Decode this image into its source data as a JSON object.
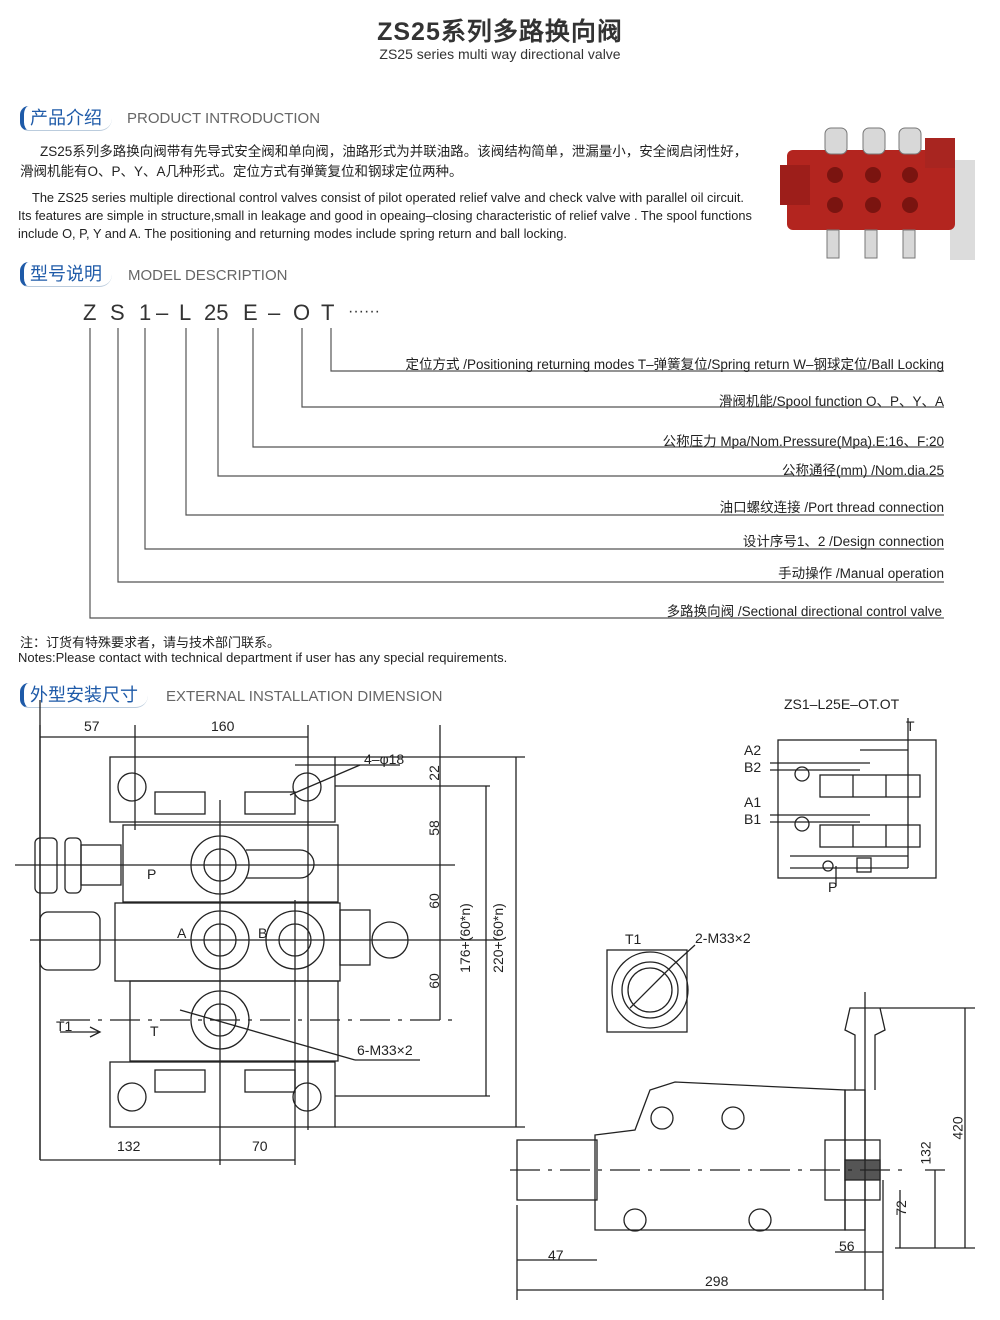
{
  "header": {
    "title": "ZS25系列多路换向阀",
    "subtitle": "ZS25 series multi way directional valve"
  },
  "intro": {
    "cn_title": "产品介绍",
    "en_title": "PRODUCT INTRODUCTION",
    "cn_text": "ZS25系列多路换向阀带有先导式安全阀和单向阀，油路形式为并联油路。该阀结构简单，泄漏量小，安全阀启闭性好，滑阀机能有O、P、Y、A几种形式。定位方式有弹簧复位和钢球定位两种。",
    "en_text": "The ZS25 series multiple directional control valves consist of pilot  operated relief valve and check valve with parallel oil circuit. Its features are simple in structure,small in leakage and good in opeaing–closing characteristic of relief valve . The spool functions include O, P, Y and A. The positioning and returning modes include spring return and ball locking."
  },
  "model": {
    "cn_title": "型号说明",
    "en_title": "MODEL DESCRIPTION",
    "code": [
      "Z",
      "S",
      "1",
      "–",
      "L",
      "25",
      "E",
      "–",
      "O",
      "T",
      "······"
    ],
    "labels": [
      "定位方式 /Positioning returning modes  T–弹簧复位/Spring return  W–钢球定位/Ball Locking",
      "滑阀机能/Spool function O、P、Y、A",
      "公称压力 Mpa/Nom.Pressure(Mpa).E:16、F:20",
      "公称通径(mm) /Nom.dia.25",
      "油口螺纹连接 /Port thread connection",
      "设计序号1、2 /Design connection",
      "手动操作 /Manual operation",
      "多路换向阀 /Sectional directional control valve"
    ]
  },
  "notes": {
    "cn": "注：订货有特殊要求者，请与技术部门联系。",
    "en": "Notes:Please contact with technical department if user has any special requirements."
  },
  "dimension": {
    "cn_title": "外型安装尺寸",
    "en_title": "EXTERNAL INSTALLATION DIMENSION",
    "front": {
      "d57": "57",
      "d160": "160",
      "holes": "4–φ18",
      "d22": "22",
      "d58": "58",
      "d60a": "60",
      "d60b": "60",
      "h176": "176+(60*n)",
      "h220": "220+(60*n)",
      "P": "P",
      "A": "A",
      "B": "B",
      "T": "T",
      "T1": "T1",
      "ports": "6-M33×2",
      "d132": "132",
      "d70": "70"
    },
    "port_view": {
      "T1": "T1",
      "thread": "2-M33×2"
    },
    "side": {
      "d47": "47",
      "d56": "56",
      "d298": "298",
      "d72": "72",
      "d132": "132",
      "d420": "420"
    },
    "schematic": {
      "title": "ZS1–L25E–OT.OT",
      "T": "T",
      "A2": "A2",
      "B2": "B2",
      "A1": "A1",
      "B1": "B1",
      "P": "P"
    }
  },
  "colors": {
    "accent": "#1e5aa8",
    "valve_red": "#b3251f"
  }
}
